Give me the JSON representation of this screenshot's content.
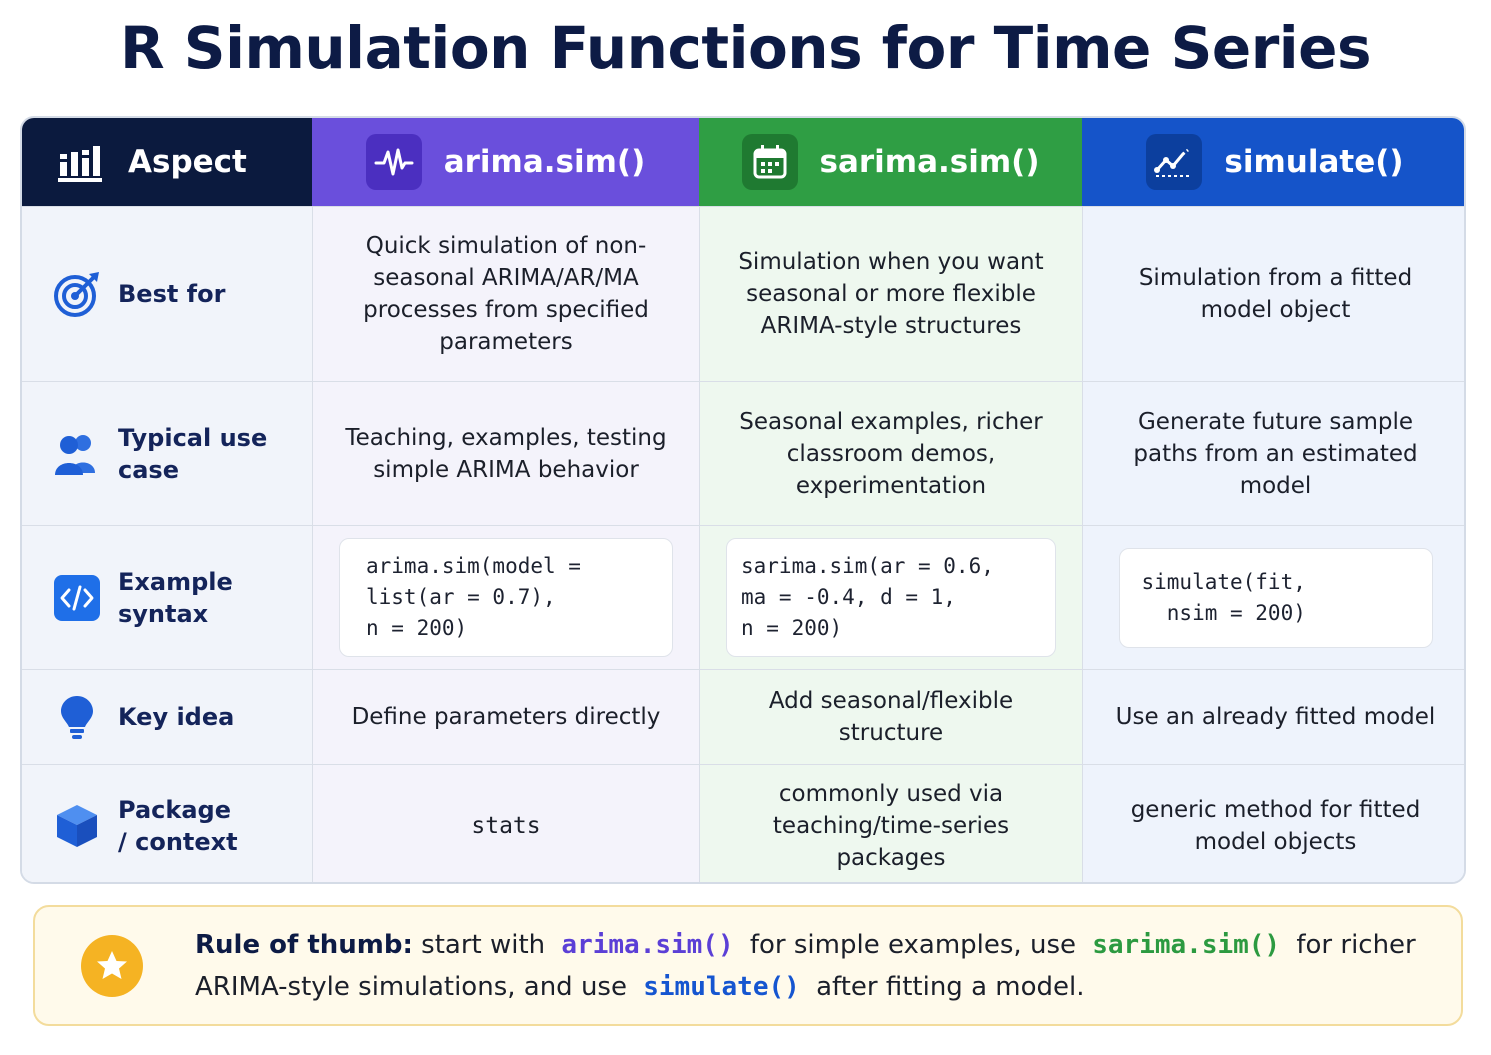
{
  "title": "R Simulation Functions for Time Series",
  "headers": {
    "aspect": "Aspect",
    "arima": "arima.sim()",
    "sarima": "sarima.sim()",
    "simulate": "simulate()"
  },
  "rows": [
    {
      "label": "Best for",
      "icon": "target-icon",
      "arima": "Quick simulation of non-seasonal ARIMA/AR/MA processes from specified parameters",
      "sarima": "Simulation when you want seasonal or more flexible ARIMA-style structures",
      "simulate": "Simulation from a fitted model object"
    },
    {
      "label": "Typical use case",
      "icon": "users-icon",
      "arima": "Teaching, examples, testing simple ARIMA behavior",
      "sarima": "Seasonal examples, richer classroom demos, experimentation",
      "simulate": "Generate future sample paths from an estimated model"
    },
    {
      "label": "Example syntax",
      "icon": "code-icon",
      "arima": "arima.sim(model =\nlist(ar = 0.7),\nn = 200)",
      "sarima": "sarima.sim(ar = 0.6,\nma = -0.4, d = 1,\nn = 200)",
      "simulate": "simulate(fit,\n  nsim = 200)"
    },
    {
      "label": "Key idea",
      "icon": "lightbulb-icon",
      "arima": "Define parameters directly",
      "sarima": "Add seasonal/flexible structure",
      "simulate": "Use an already fitted model"
    },
    {
      "label": "Package / context",
      "icon": "cube-icon",
      "arima": "stats",
      "sarima": "commonly used via teaching/time-series packages",
      "simulate": "generic method for fitted model objects"
    }
  ],
  "rule": {
    "lead": "Rule of thumb:",
    "t1": "start with",
    "k1": "arima.sim()",
    "t2": "for simple examples, use",
    "k2": "sarima.sim()",
    "t3": "for richer ARIMA-style simulations, and use",
    "k3": "simulate()",
    "t4": "after fitting a model."
  },
  "colors": {
    "arima": "#6a4fdc",
    "sarima": "#2f9e44",
    "simulate": "#1554c9",
    "aspect": "#0b1a3e",
    "star": "#f5b323"
  }
}
